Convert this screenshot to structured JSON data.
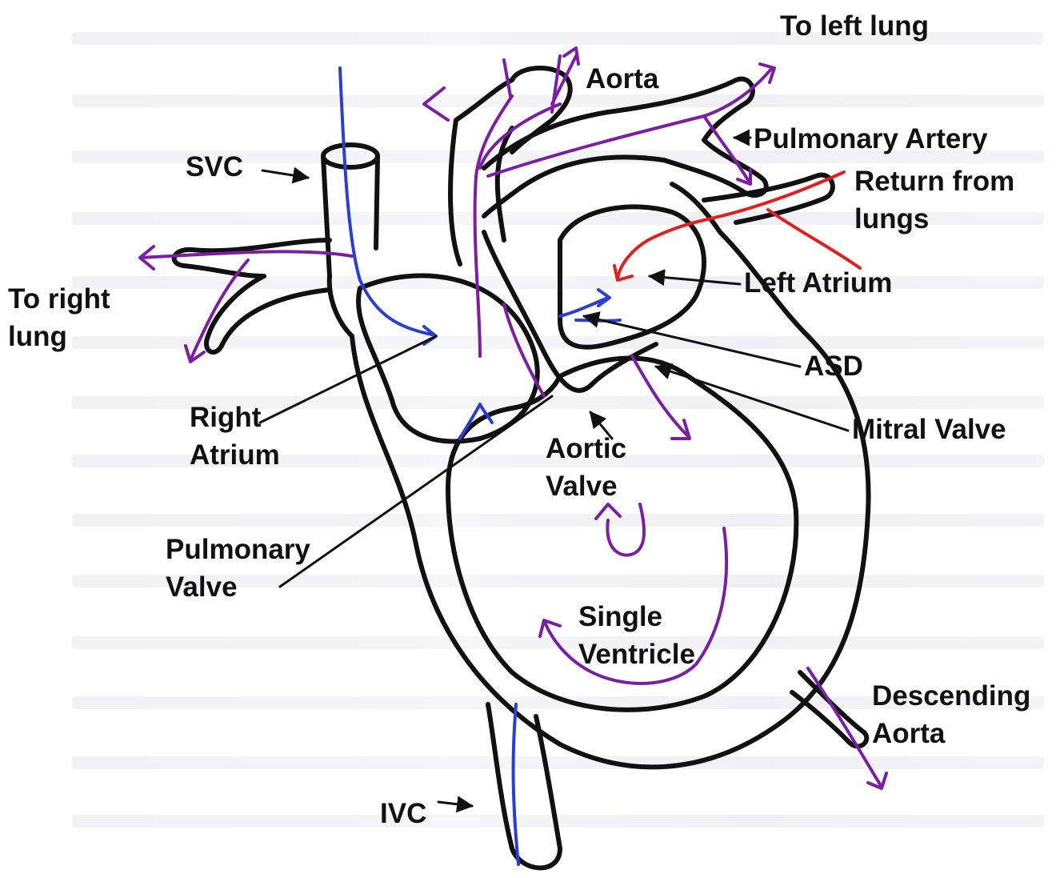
{
  "labels": {
    "to_left_lung": "To left lung",
    "aorta": "Aorta",
    "pulmonary_artery": "Pulmonary Artery",
    "return_from_lungs": "Return from lungs",
    "svc": "SVC",
    "to_right_lung": "To right lung",
    "left_atrium": "Left Atrium",
    "asd": "ASD",
    "mitral_valve": "Mitral Valve",
    "right_atrium": "Right Atrium",
    "aortic_valve": "Aortic Valve",
    "pulmonary_valve": "Pulmonary Valve",
    "single_ventricle": "Single Ventricle",
    "descending_aorta": "Descending Aorta",
    "ivc": "IVC"
  },
  "colors": {
    "outline": "#111111",
    "deoxygenated": "#2a3ed1",
    "mixed": "#7a1fa2",
    "oxygenated": "#e02020",
    "background_text": "#e6e6ea"
  }
}
